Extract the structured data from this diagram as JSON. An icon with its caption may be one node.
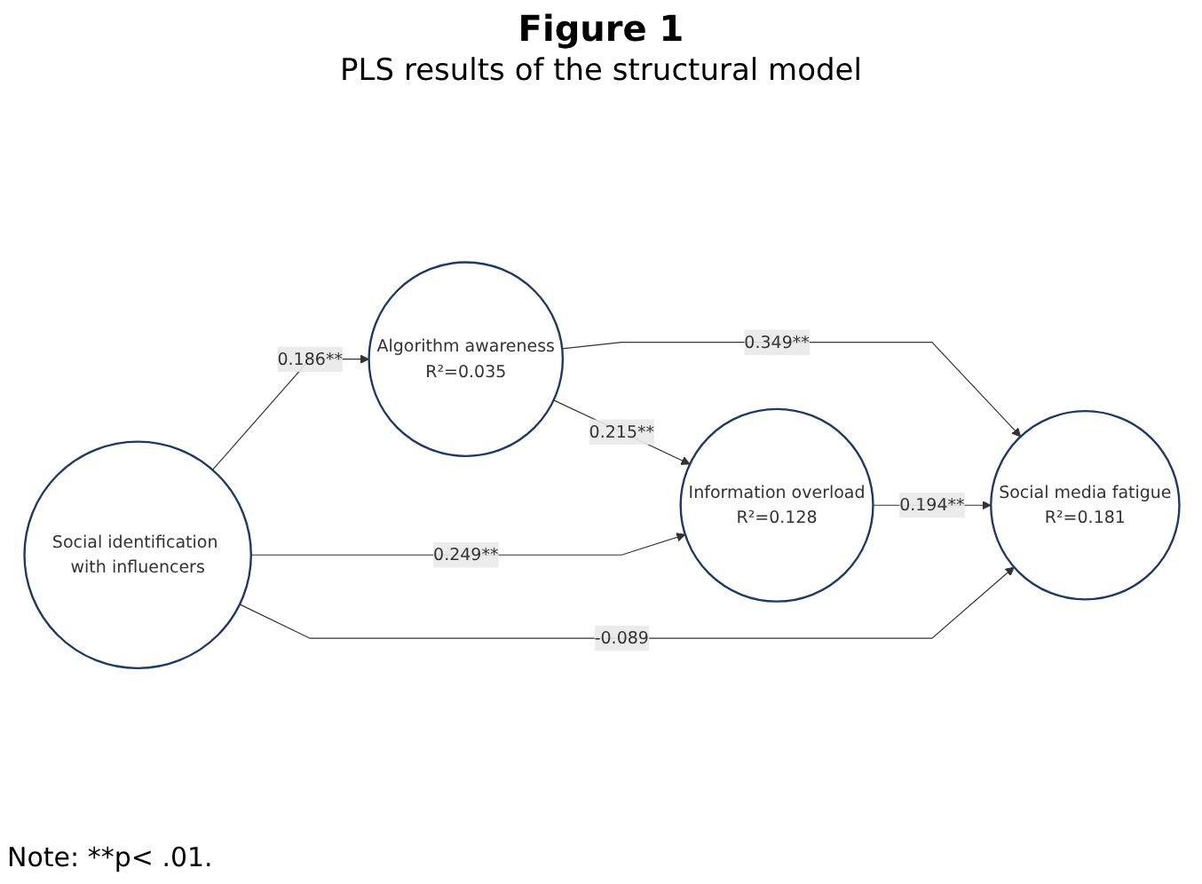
{
  "diagram": {
    "title": "Figure 1",
    "nodes": [
      {
        "text": [
          "Algorithm awareness",
          "R²=0.035"
        ]
      },
      {
        "text": [
          "Information overload",
          "R²=0.128"
        ]
      },
      {
        "text": [
          "Social identification with influencers"
        ]
      },
      {
        "text": [
          "Social media fatigue",
          "R²=0.181"
        ]
      }
    ],
    "edges": [
      {
        "from": 0,
        "to": 1,
        "arrow": "to",
        "label": "0.215**"
      },
      {
        "from": 2,
        "to": 0,
        "arrow": "to",
        "label": "0.186**"
      },
      {
        "from": 2,
        "to": 1,
        "arrow": "to",
        "label": "0.249**"
      },
      {
        "from": 0,
        "to": 3,
        "arrow": "to",
        "label": "0.349**"
      },
      {
        "from": 1,
        "to": 3,
        "arrow": "to",
        "label": "0.194**"
      },
      {
        "from": 2,
        "to": 3,
        "arrow": "to",
        "label": "-0.089"
      }
    ],
    "labels": [
      "PLS results of the structural model",
      "Note: **p< .01."
    ]
  }
}
